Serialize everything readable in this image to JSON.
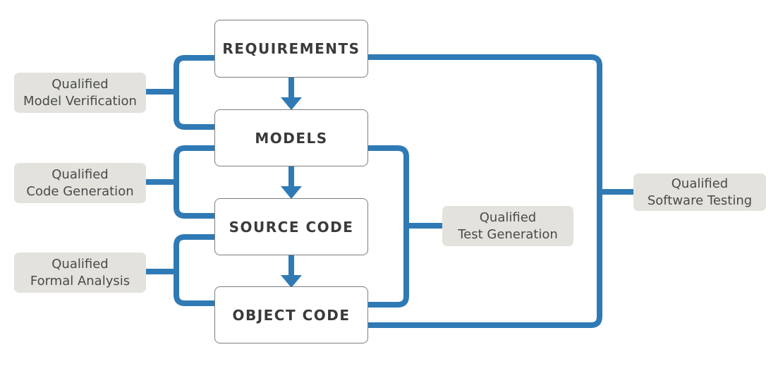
{
  "colors": {
    "connector": "#2f7ab5",
    "stage_border": "#7d7d7d",
    "stage_text": "#3a3a3a",
    "tag_fill": "#e3e2dd",
    "tag_text": "#4a4a4a"
  },
  "stages": {
    "requirements": "REQUIREMENTS",
    "models": "MODELS",
    "source_code": "SOURCE CODE",
    "object_code": "OBJECT CODE"
  },
  "tags": {
    "model_verification": {
      "line1": "Qualified",
      "line2": "Model Verification"
    },
    "code_generation": {
      "line1": "Qualified",
      "line2": "Code Generation"
    },
    "formal_analysis": {
      "line1": "Qualified",
      "line2": "Formal Analysis"
    },
    "test_generation": {
      "line1": "Qualified",
      "line2": "Test Generation"
    },
    "software_testing": {
      "line1": "Qualified",
      "line2": "Software Testing"
    }
  }
}
